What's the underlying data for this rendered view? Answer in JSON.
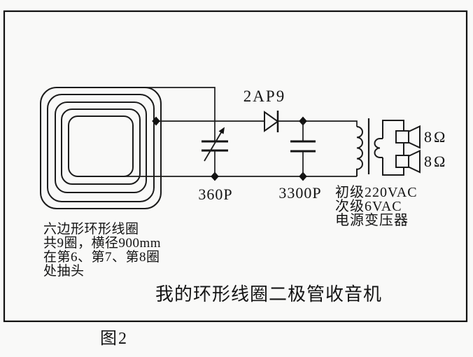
{
  "figure": {
    "caption": "我的环形线圈二极管收音机",
    "figure_number": "图2"
  },
  "components": {
    "diode": {
      "label": "2AP9"
    },
    "variable_capacitor": {
      "label": "360P"
    },
    "filter_capacitor": {
      "label": "3300P"
    },
    "transformer": {
      "primary_label": "初级220VAC",
      "secondary_label": "次级6VAC",
      "name_label": "电源变压器"
    },
    "speakers": [
      {
        "impedance": "8Ω"
      },
      {
        "impedance": "8Ω"
      }
    ],
    "coil_note": {
      "line1": "六边形环形线圈",
      "line2": "共9圈，横径900mm",
      "line3": "在第6、第7、第8圈",
      "line4": "处抽头"
    }
  },
  "colors": {
    "line": "#1b1b1b",
    "background": "#f9f9f8"
  }
}
